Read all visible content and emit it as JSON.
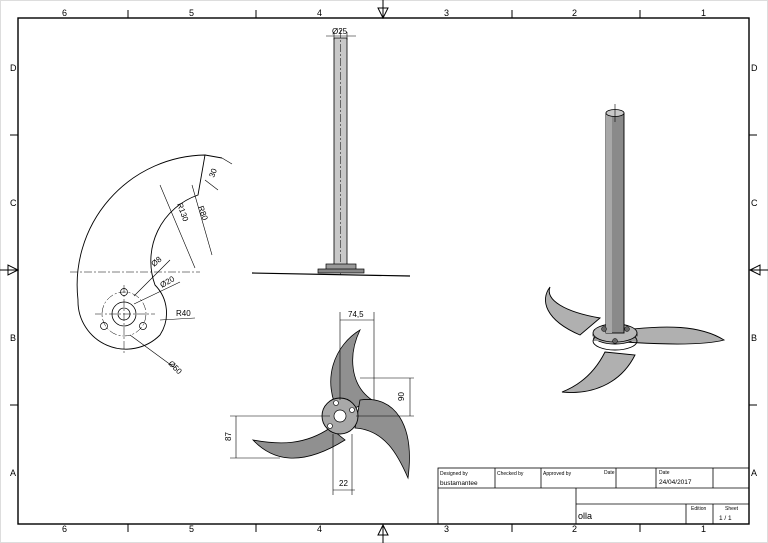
{
  "zones": {
    "columns": [
      "6",
      "5",
      "4",
      "3",
      "2",
      "1"
    ],
    "rows": [
      "D",
      "C",
      "B",
      "A"
    ]
  },
  "dimensions": {
    "shaft_diameter": "Ø25",
    "blade_width": "30",
    "outer_radius": "R130",
    "inner_radius": "R80",
    "hole_diameter": "Ø8",
    "hub_bore": "Ø20",
    "hub_radius": "R40",
    "bolt_circle": "Ø50",
    "horizontal_offset": "74,5",
    "vertical_offset": "90",
    "overall_height": "87",
    "hub_width": "22"
  },
  "title_block": {
    "designed_by_label": "Designed by",
    "checked_by_label": "Checked by",
    "approved_by_label": "Approved by",
    "date_label": "Date",
    "date2_label": "Date",
    "designer": "bustamantee",
    "date_value": "24/04/2017",
    "title": "olla",
    "edition_label": "Edition",
    "sheet_label": "Sheet",
    "sheet_value": "1 / 1"
  }
}
